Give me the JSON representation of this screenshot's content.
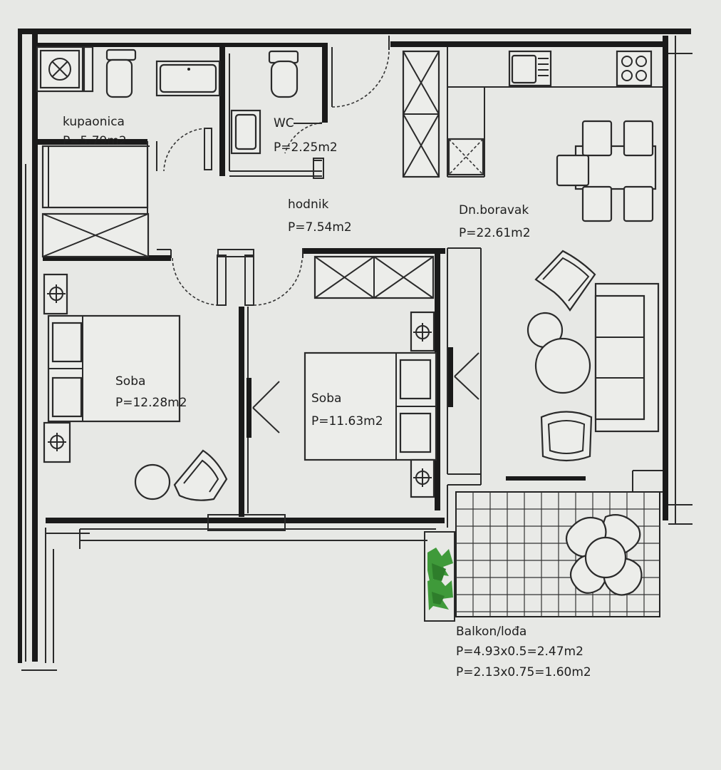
{
  "rooms": [
    {
      "id": "kupaonica",
      "name": "kupaonica",
      "area": "P=5.79m2"
    },
    {
      "id": "wc",
      "name": "WC",
      "area": "P=2.25m2"
    },
    {
      "id": "hodnik",
      "name": "hodnik",
      "area": "P=7.54m2"
    },
    {
      "id": "dnevni-boravak",
      "name": "Dn.boravak",
      "area": "P=22.61m2"
    },
    {
      "id": "soba-1",
      "name": "Soba",
      "area": "P=12.28m2"
    },
    {
      "id": "soba-2",
      "name": "Soba",
      "area": "P=11.63m2"
    }
  ],
  "balcony": {
    "name": "Balkon/lođa",
    "area_1": "P=4.93x0.5=2.47m2",
    "area_2": "P=2.13x0.75=1.60m2"
  },
  "colors": {
    "background": "#e7e8e5",
    "wall": "#1a1a1a",
    "plants": "#3f9a3a"
  }
}
